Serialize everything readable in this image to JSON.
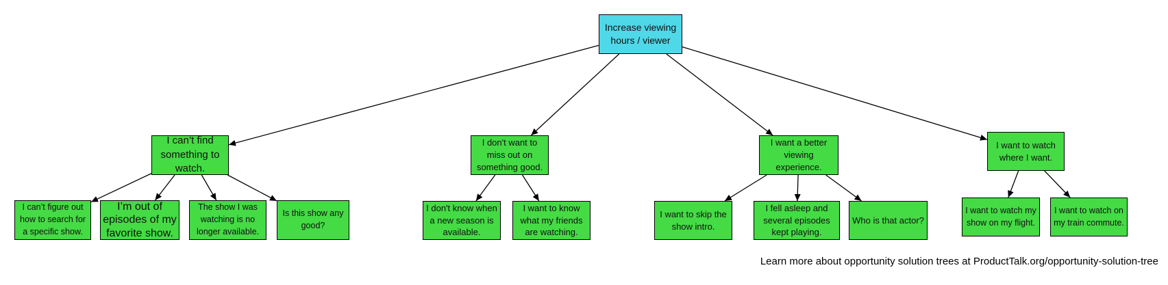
{
  "tree": {
    "goal": {
      "id": "goal",
      "label": "Increase viewing hours / viewer"
    },
    "opportunities": [
      {
        "id": "opp-find",
        "label": "I can’t find something to watch.",
        "children": [
          {
            "id": "opp-find-search",
            "label": "I can’t figure out how to search for a specific show."
          },
          {
            "id": "opp-find-episodes",
            "label": "I’m out of episodes of my favorite show."
          },
          {
            "id": "opp-find-unavailable",
            "label": "The show I was watching is no longer available."
          },
          {
            "id": "opp-find-good",
            "label": "Is this show any good?"
          }
        ]
      },
      {
        "id": "opp-fomo",
        "label": "I don't want to miss out on something good.",
        "children": [
          {
            "id": "opp-fomo-season",
            "label": "I don't know when a new season is available."
          },
          {
            "id": "opp-fomo-friends",
            "label": "I want to know what my friends are watching."
          }
        ]
      },
      {
        "id": "opp-experience",
        "label": "I want a better viewing experience.",
        "children": [
          {
            "id": "opp-exp-intro",
            "label": "I want to skip the show intro."
          },
          {
            "id": "opp-exp-asleep",
            "label": "I fell asleep and several episodes kept playing."
          },
          {
            "id": "opp-exp-actor",
            "label": "Who is that actor?"
          }
        ]
      },
      {
        "id": "opp-where",
        "label": "I want to watch where I want.",
        "children": [
          {
            "id": "opp-where-flight",
            "label": "I want to watch my show on my flight."
          },
          {
            "id": "opp-where-train",
            "label": "I want to watch on my train commute."
          }
        ]
      }
    ]
  },
  "footer": {
    "note": "Learn more about opportunity solution trees at ProductTalk.org/opportunity-solution-tree"
  },
  "colors": {
    "goal_fill": "#4fd8e8",
    "opportunity_fill": "#44db44",
    "node_border": "#000000",
    "arrow": "#000000",
    "background": "#ffffff"
  }
}
